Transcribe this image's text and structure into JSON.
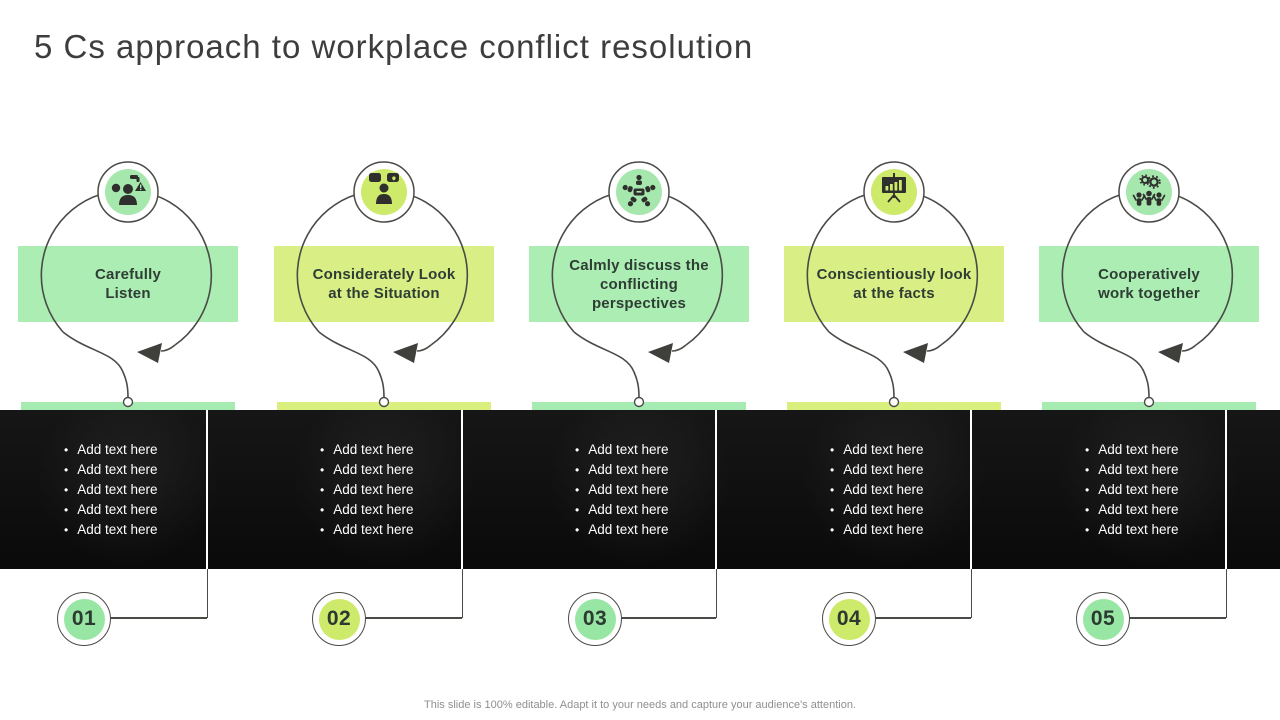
{
  "slide": {
    "title": "5 Cs approach to workplace conflict resolution",
    "footer": "This slide is 100% editable.  Adapt it to your needs and capture your audience's attention."
  },
  "palette": {
    "green_box": "#abedb3",
    "green_circle": "#a5e7ad",
    "green_bar": "#a6ecb2",
    "green_badge": "#98e6a3",
    "lime_box": "#d9ef85",
    "lime_circle": "#cdea6b",
    "lime_bar": "#d9ef7e",
    "lime_badge": "#cdea6b",
    "band_background": "#0d0d0d",
    "line_color": "#4a4a47",
    "title_color": "#3d3d3d"
  },
  "columns": [
    {
      "number": "01",
      "accent": "green",
      "icon": "complaint-person-icon",
      "label": "Carefully\nListen",
      "bullets": [
        "Add text here",
        "Add text here",
        "Add text here",
        "Add text here",
        "Add text here"
      ]
    },
    {
      "number": "02",
      "accent": "lime",
      "icon": "angry-face-icon",
      "label": "Considerately Look\nat the Situation",
      "bullets": [
        "Add text here",
        "Add text here",
        "Add text here",
        "Add text here",
        "Add text here"
      ]
    },
    {
      "number": "03",
      "accent": "green",
      "icon": "group-discussion-icon",
      "label": "Calmly discuss the\nconflicting\nperspectives",
      "bullets": [
        "Add text here",
        "Add text here",
        "Add text here",
        "Add text here",
        "Add text here"
      ]
    },
    {
      "number": "04",
      "accent": "lime",
      "icon": "presentation-chart-icon",
      "label": "Conscientiously look\nat the facts",
      "bullets": [
        "Add text here",
        "Add text here",
        "Add text here",
        "Add text here",
        "Add text here"
      ]
    },
    {
      "number": "05",
      "accent": "green",
      "icon": "teamwork-gears-icon",
      "label": "Cooperatively\nwork together",
      "bullets": [
        "Add text here",
        "Add text here",
        "Add text here",
        "Add text here",
        "Add text here"
      ]
    }
  ]
}
